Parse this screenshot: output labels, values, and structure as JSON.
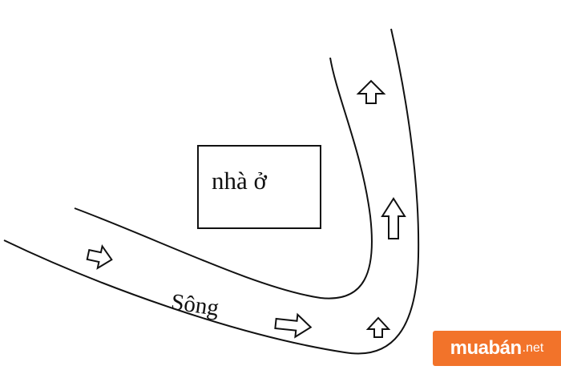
{
  "house": {
    "label": "nhà ở"
  },
  "river": {
    "label": "Sông"
  },
  "flow_arrows": [
    {
      "direction": "right"
    },
    {
      "direction": "right"
    },
    {
      "direction": "up"
    },
    {
      "direction": "up"
    },
    {
      "direction": "up"
    }
  ],
  "watermark": {
    "brand": "muabán",
    "domain": ".net",
    "color": "#f2732a"
  }
}
